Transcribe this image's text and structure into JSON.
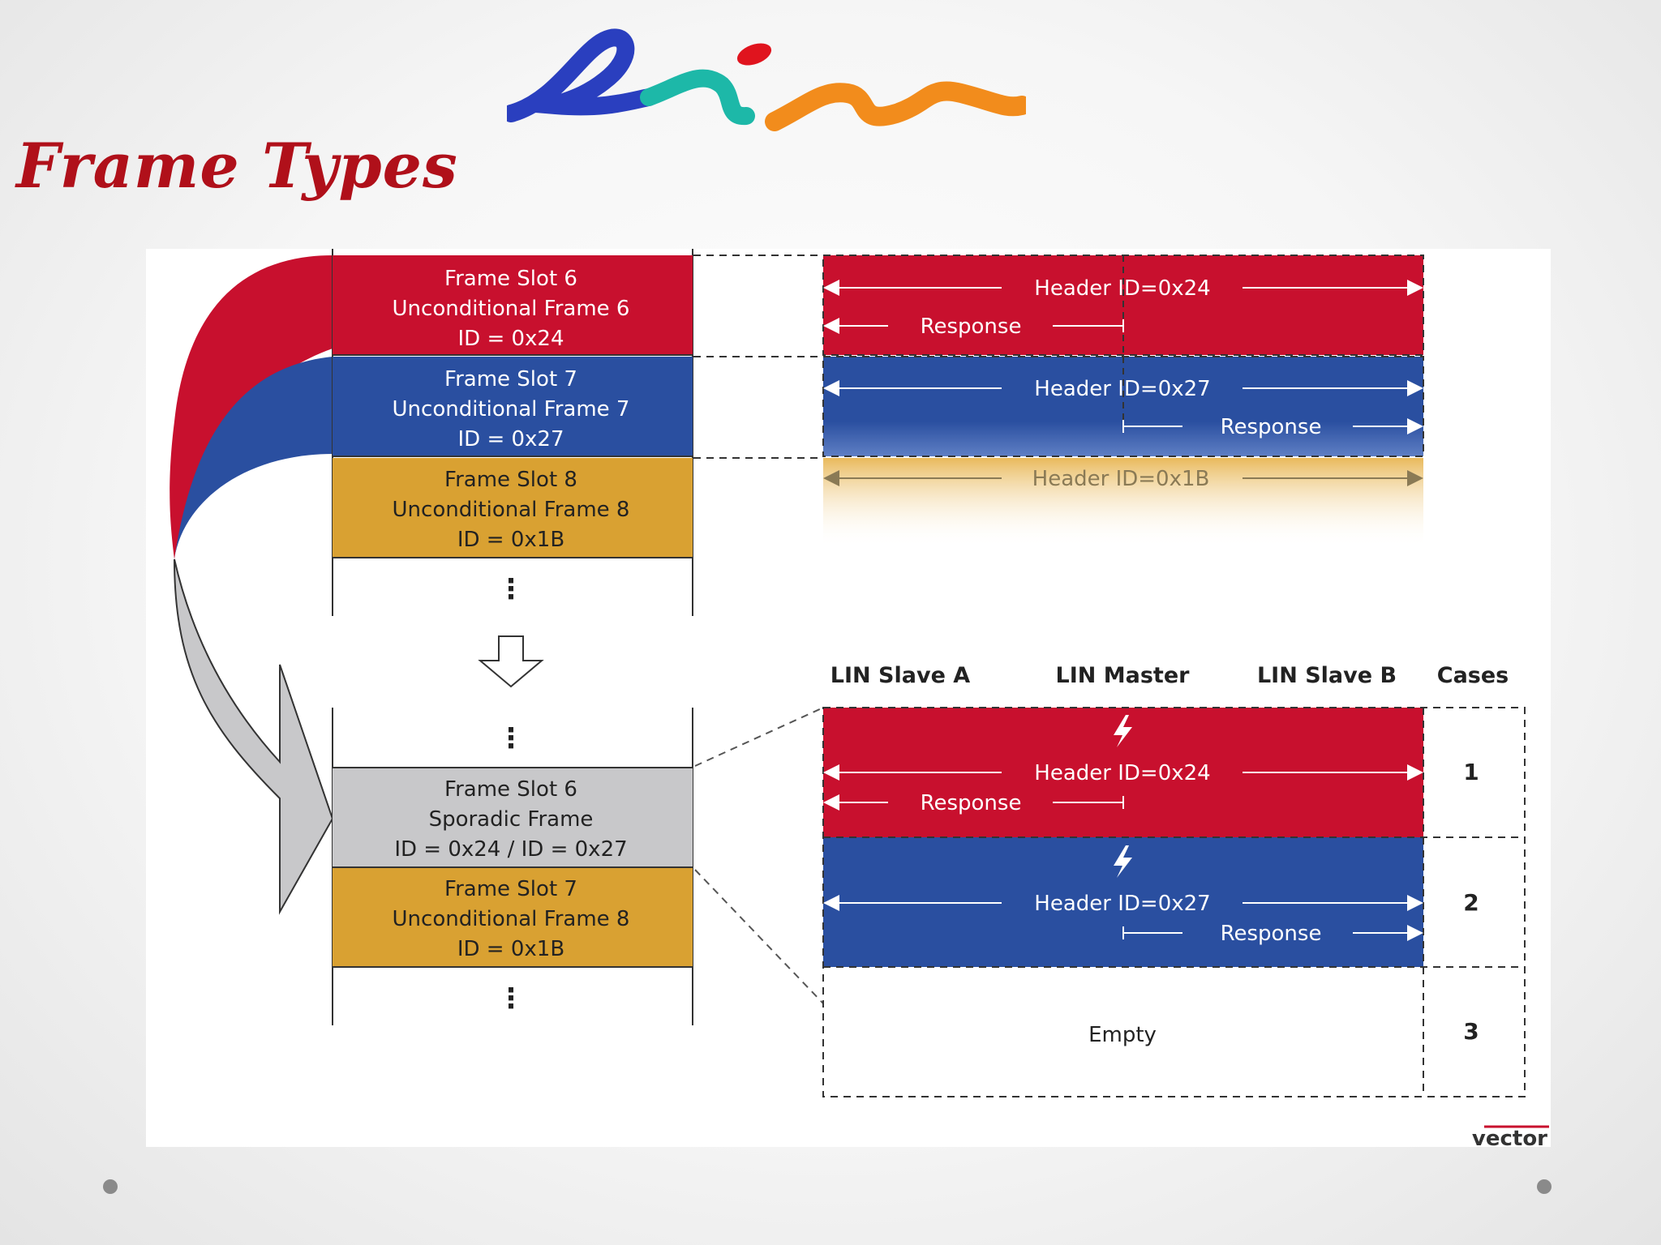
{
  "slide": {
    "title": "Frame Types",
    "logo_text": "lin",
    "vendor_label": "vector"
  },
  "top_schedule": {
    "slots": [
      {
        "line1": "Frame Slot 6",
        "line2": "Unconditional Frame 6",
        "line3": "ID = 0x24",
        "color": "#c8102e"
      },
      {
        "line1": "Frame Slot 7",
        "line2": "Unconditional Frame 7",
        "line3": "ID = 0x27",
        "color": "#2a4fa0"
      },
      {
        "line1": "Frame Slot 8",
        "line2": "Unconditional Frame 8",
        "line3": "ID = 0x1B",
        "color": "#d9a132"
      }
    ],
    "ellipsis": "⋮"
  },
  "bottom_schedule": {
    "slots": [
      {
        "line1": "Frame Slot 6",
        "line2": "Sporadic Frame",
        "line3": "ID = 0x24 / ID = 0x27",
        "color": "#c8c8ca"
      },
      {
        "line1": "Frame Slot 7",
        "line2": "Unconditional Frame 8",
        "line3": "ID = 0x1B",
        "color": "#d9a132"
      }
    ],
    "ellipsis": "⋮"
  },
  "top_timing": {
    "rows": [
      {
        "header": "Header ID=0x24",
        "response": "Response"
      },
      {
        "header": "Header ID=0x27",
        "response": "Response"
      },
      {
        "header": "Header ID=0x1B"
      }
    ]
  },
  "columns": {
    "slave_a": "LIN Slave A",
    "master": "LIN Master",
    "slave_b": "LIN Slave B",
    "cases": "Cases"
  },
  "cases": [
    {
      "header": "Header ID=0x24",
      "response": "Response",
      "number": "1"
    },
    {
      "header": "Header ID=0x27",
      "response": "Response",
      "number": "2"
    },
    {
      "label": "Empty",
      "number": "3"
    }
  ],
  "icons": [
    "lightning-icon",
    "down-arrow-icon",
    "curved-arrow-icon"
  ],
  "colors": {
    "red": "#c8102e",
    "blue": "#2a4fa0",
    "gold": "#d9a132",
    "gray": "#c8c8ca",
    "title": "#b0101a"
  }
}
